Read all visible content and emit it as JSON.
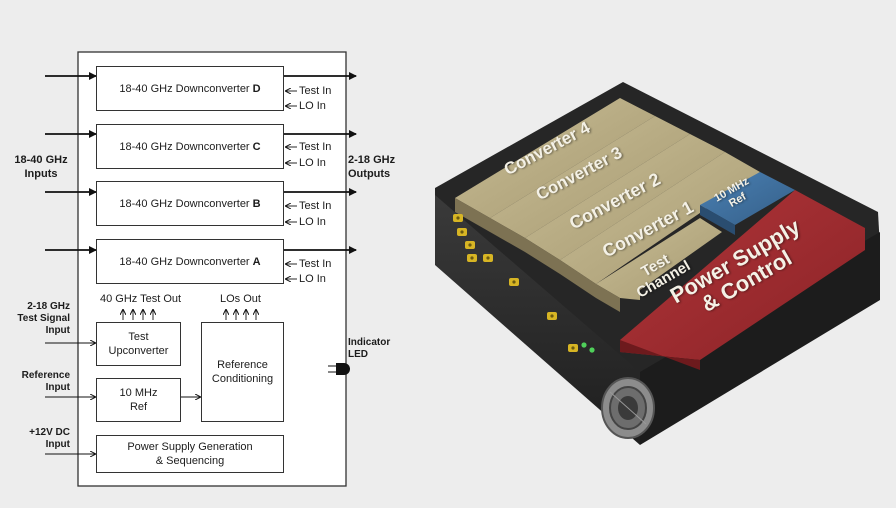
{
  "diagram": {
    "downconverters": [
      {
        "label": "18-40 GHz Downconverter",
        "letter": "D"
      },
      {
        "label": "18-40 GHz Downconverter",
        "letter": "C"
      },
      {
        "label": "18-40 GHz Downconverter",
        "letter": "B"
      },
      {
        "label": "18-40 GHz Downconverter",
        "letter": "A"
      }
    ],
    "test_in": "Test In",
    "lo_in": "LO In",
    "inputs_label": "18-40 GHz\nInputs",
    "outputs_label": "2-18 GHz\nOutputs",
    "test_out_label": "40 GHz Test Out",
    "los_out_label": "LOs Out",
    "test_signal_label": "2-18 GHz\nTest Signal\nInput",
    "reference_input_label": "Reference\nInput",
    "dc_input_label": "+12V DC\nInput",
    "test_upconverter": "Test\nUpconverter",
    "ref_10mhz": "10 MHz\nRef",
    "reference_conditioning": "Reference\nConditioning",
    "power_supply": "Power Supply Generation\n& Sequencing",
    "indicator_led_label": "Indicator\nLED"
  },
  "unit": {
    "modules": [
      "Converter 4",
      "Converter 3",
      "Converter 2",
      "Converter 1",
      "Test\nChannel",
      "10 MHz\nRef",
      "Power Supply\n& Control"
    ],
    "colors": {
      "converter": "#b9ad86",
      "ref": "#3d6f9e",
      "power": "#9a2a2e",
      "chassis": "#2b2b2b",
      "connector": "#d7b524"
    }
  }
}
